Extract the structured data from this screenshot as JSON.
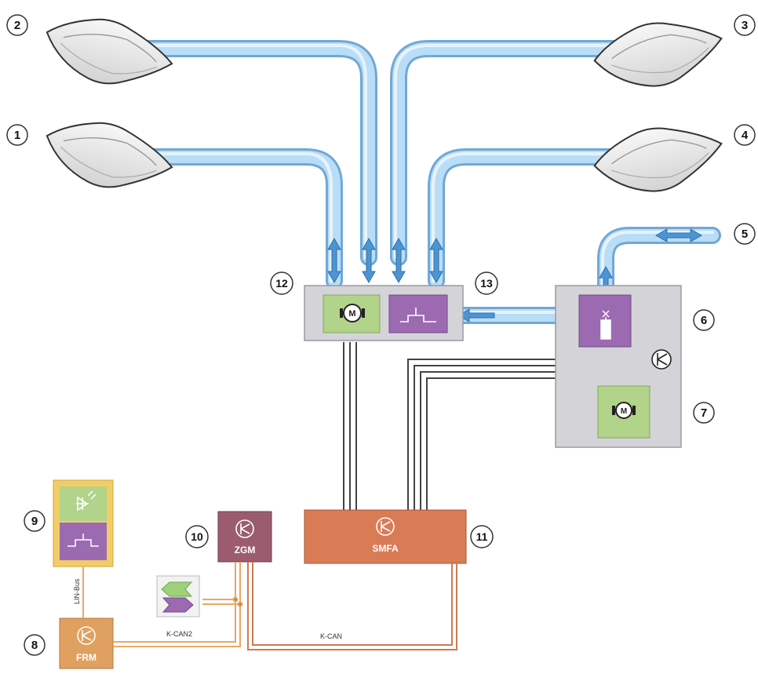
{
  "callouts": [
    "1",
    "2",
    "3",
    "4",
    "5",
    "6",
    "7",
    "8",
    "9",
    "10",
    "11",
    "12",
    "13"
  ],
  "modules": {
    "zgm": "ZGM",
    "smfa": "SMFA",
    "frm": "FRM"
  },
  "motor_symbol": "M",
  "bus_labels": {
    "lin": "LIN-Bus",
    "kcan2": "K-CAN2",
    "kcan": "K-CAN"
  },
  "colors": {
    "air_tube": "#a9d4f2",
    "air_tube_edge": "#6fa8d8",
    "valve_block": "#d4d4d8",
    "motor_module": "#b2d38a",
    "valve_module": "#9b6ab0",
    "zgm_module": "#9b5d6e",
    "smfa_module": "#d97b55",
    "frm_module": "#e0a060",
    "switch_frame": "#f2cc66",
    "kcan2_wire": "#e8a765",
    "kcan_wire": "#cf7a50"
  },
  "icons": [
    "air-cushion-icon",
    "motor-icon",
    "valve-icon",
    "control-unit-icon",
    "switch-led-icon",
    "arrow-left-icon",
    "arrow-right-icon"
  ]
}
